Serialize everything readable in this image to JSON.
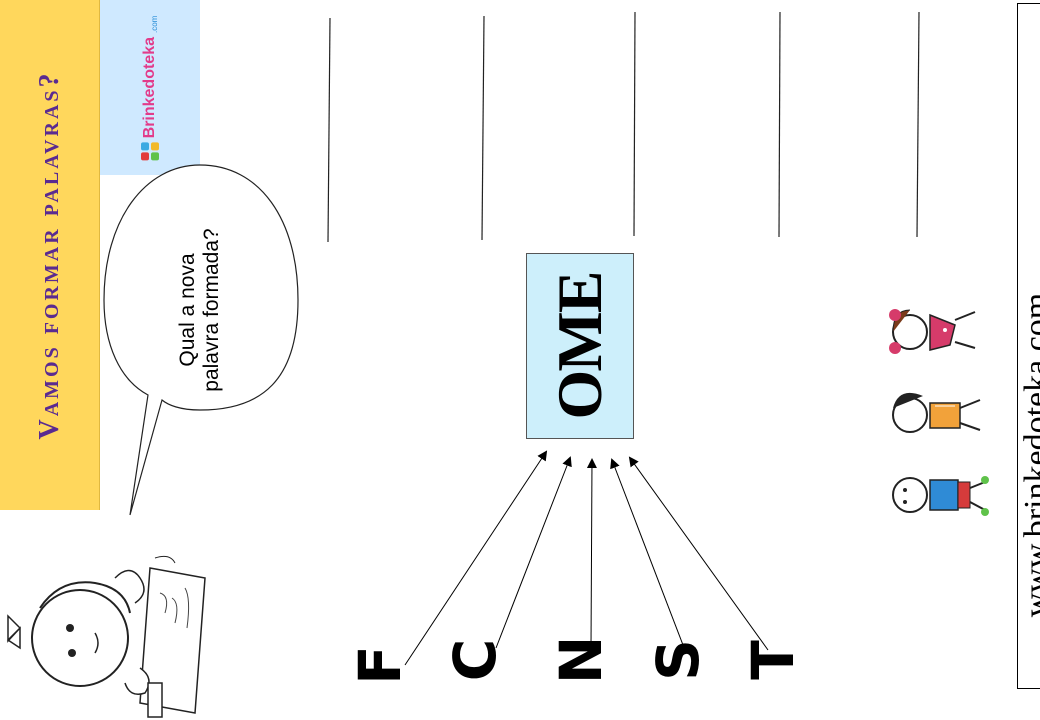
{
  "title": "Vamos formar palavras?",
  "logo": {
    "name": "Brinkedoteka",
    "sub": ".com"
  },
  "bubble": {
    "line1": "Qual a nova",
    "line2": "palavra formada?"
  },
  "center_word": "OME",
  "letters": [
    "F",
    "C",
    "N",
    "S",
    "T"
  ],
  "website": "www.brinkedoteka.com",
  "colors": {
    "banner": "#ffd75c",
    "title": "#5a2a91",
    "word_box": "#cdeffb",
    "logo_block": "#cfe9ff"
  },
  "icons": {
    "girl": "girl-writing-illustration",
    "kids": "three-kids-illustration"
  }
}
